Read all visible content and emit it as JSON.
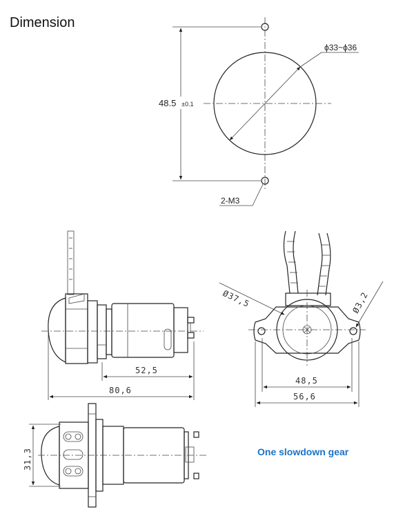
{
  "title": "Dimension",
  "top_view": {
    "height_label": "48.5",
    "height_tolerance": "±0.1",
    "diameter_label": "ϕ33~ϕ36",
    "mount_label": "2-M3"
  },
  "side_view": {
    "length_52": "52,5",
    "length_80": "80,6"
  },
  "front_view": {
    "diameter_label": "Ø37,5",
    "hole_label": "Ø3,2",
    "width_48": "48,5",
    "width_56": "56,6"
  },
  "bottom_view": {
    "height_label": "31,3"
  },
  "note": "One slowdown gear"
}
